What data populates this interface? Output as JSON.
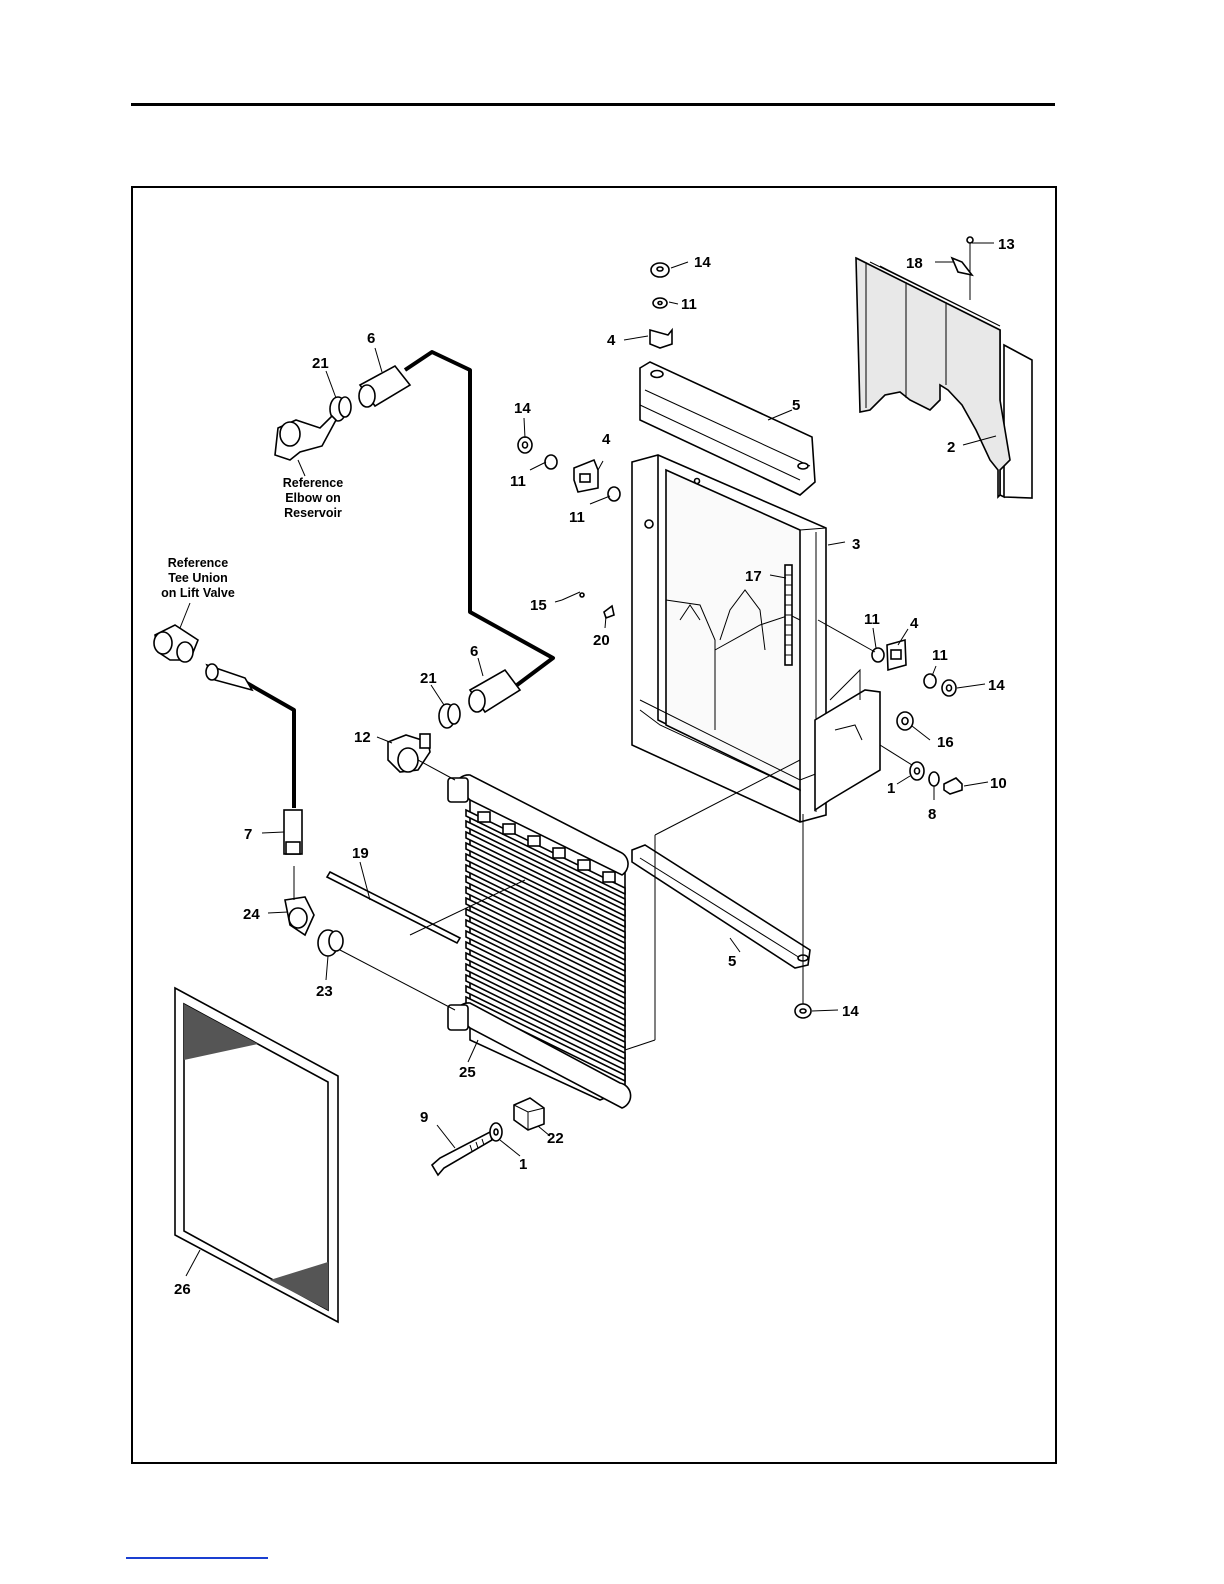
{
  "diagram": {
    "callouts": [
      {
        "id": "c14a",
        "text": "14"
      },
      {
        "id": "c11a",
        "text": "11"
      },
      {
        "id": "c4a",
        "text": "4"
      },
      {
        "id": "c13",
        "text": "13"
      },
      {
        "id": "c18",
        "text": "18"
      },
      {
        "id": "c2",
        "text": "2"
      },
      {
        "id": "c5a",
        "text": "5"
      },
      {
        "id": "c21a",
        "text": "21"
      },
      {
        "id": "c6a",
        "text": "6"
      },
      {
        "id": "c14b",
        "text": "14"
      },
      {
        "id": "c11b",
        "text": "11"
      },
      {
        "id": "c4b",
        "text": "4"
      },
      {
        "id": "c11c",
        "text": "11"
      },
      {
        "id": "c3",
        "text": "3"
      },
      {
        "id": "c17",
        "text": "17"
      },
      {
        "id": "c15",
        "text": "15"
      },
      {
        "id": "c20",
        "text": "20"
      },
      {
        "id": "c11d",
        "text": "11"
      },
      {
        "id": "c4c",
        "text": "4"
      },
      {
        "id": "c11e",
        "text": "11"
      },
      {
        "id": "c14c",
        "text": "14"
      },
      {
        "id": "c6b",
        "text": "6"
      },
      {
        "id": "c21b",
        "text": "21"
      },
      {
        "id": "c12",
        "text": "12"
      },
      {
        "id": "c16",
        "text": "16"
      },
      {
        "id": "c1a",
        "text": "1"
      },
      {
        "id": "c8",
        "text": "8"
      },
      {
        "id": "c10",
        "text": "10"
      },
      {
        "id": "c7",
        "text": "7"
      },
      {
        "id": "c19",
        "text": "19"
      },
      {
        "id": "c24",
        "text": "24"
      },
      {
        "id": "c23",
        "text": "23"
      },
      {
        "id": "c5b",
        "text": "5"
      },
      {
        "id": "c14d",
        "text": "14"
      },
      {
        "id": "c25",
        "text": "25"
      },
      {
        "id": "c9",
        "text": "9"
      },
      {
        "id": "c1b",
        "text": "1"
      },
      {
        "id": "c22",
        "text": "22"
      },
      {
        "id": "c26",
        "text": "26"
      }
    ],
    "reference_elbow": [
      "Reference",
      "Elbow on",
      "Reservoir"
    ],
    "reference_tee": [
      "Reference",
      "Tee Union",
      "on Lift Valve"
    ]
  }
}
